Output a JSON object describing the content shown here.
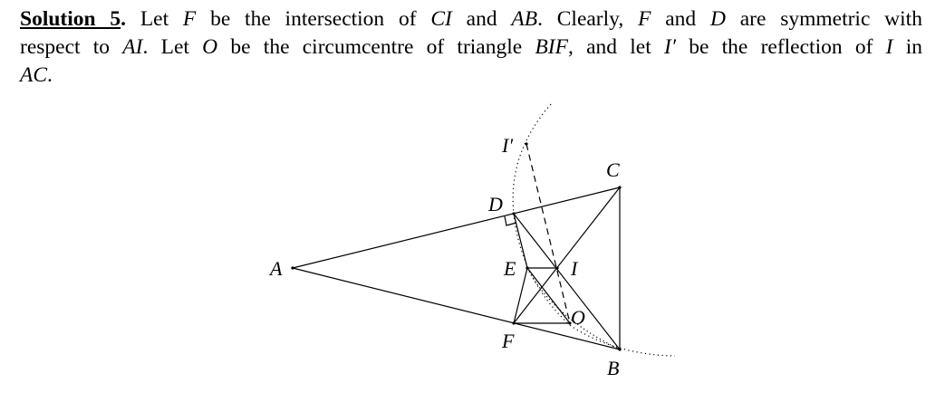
{
  "paragraph": {
    "lines": [
      [
        {
          "t": "Solution 5",
          "s": "bu"
        },
        {
          "t": ". ",
          "s": "b"
        },
        {
          "t": "Let "
        },
        {
          "t": "F",
          "s": "m"
        },
        {
          "t": " be the intersection of "
        },
        {
          "t": "CI",
          "s": "m"
        },
        {
          "t": " and "
        },
        {
          "t": "AB",
          "s": "m"
        },
        {
          "t": ". Clearly, "
        },
        {
          "t": "F",
          "s": "m"
        },
        {
          "t": " and "
        },
        {
          "t": "D",
          "s": "m"
        },
        {
          "t": " are symmetric with"
        }
      ],
      [
        {
          "t": "respect to "
        },
        {
          "t": "AI",
          "s": "m"
        },
        {
          "t": ". Let "
        },
        {
          "t": "O",
          "s": "m"
        },
        {
          "t": " be the circumcentre of triangle "
        },
        {
          "t": "BIF",
          "s": "m"
        },
        {
          "t": ", and let "
        },
        {
          "t": "I′",
          "s": "m"
        },
        {
          "t": " be the reflection of "
        },
        {
          "t": "I",
          "s": "m"
        },
        {
          "t": " in"
        }
      ],
      [
        {
          "t": "AC",
          "s": "m"
        },
        {
          "t": "."
        }
      ]
    ]
  },
  "diagram": {
    "labels": {
      "A": "A",
      "B": "B",
      "C": "C",
      "D": "D",
      "E": "E",
      "F": "F",
      "I": "I",
      "O": "O",
      "Iprime": "I′"
    }
  }
}
